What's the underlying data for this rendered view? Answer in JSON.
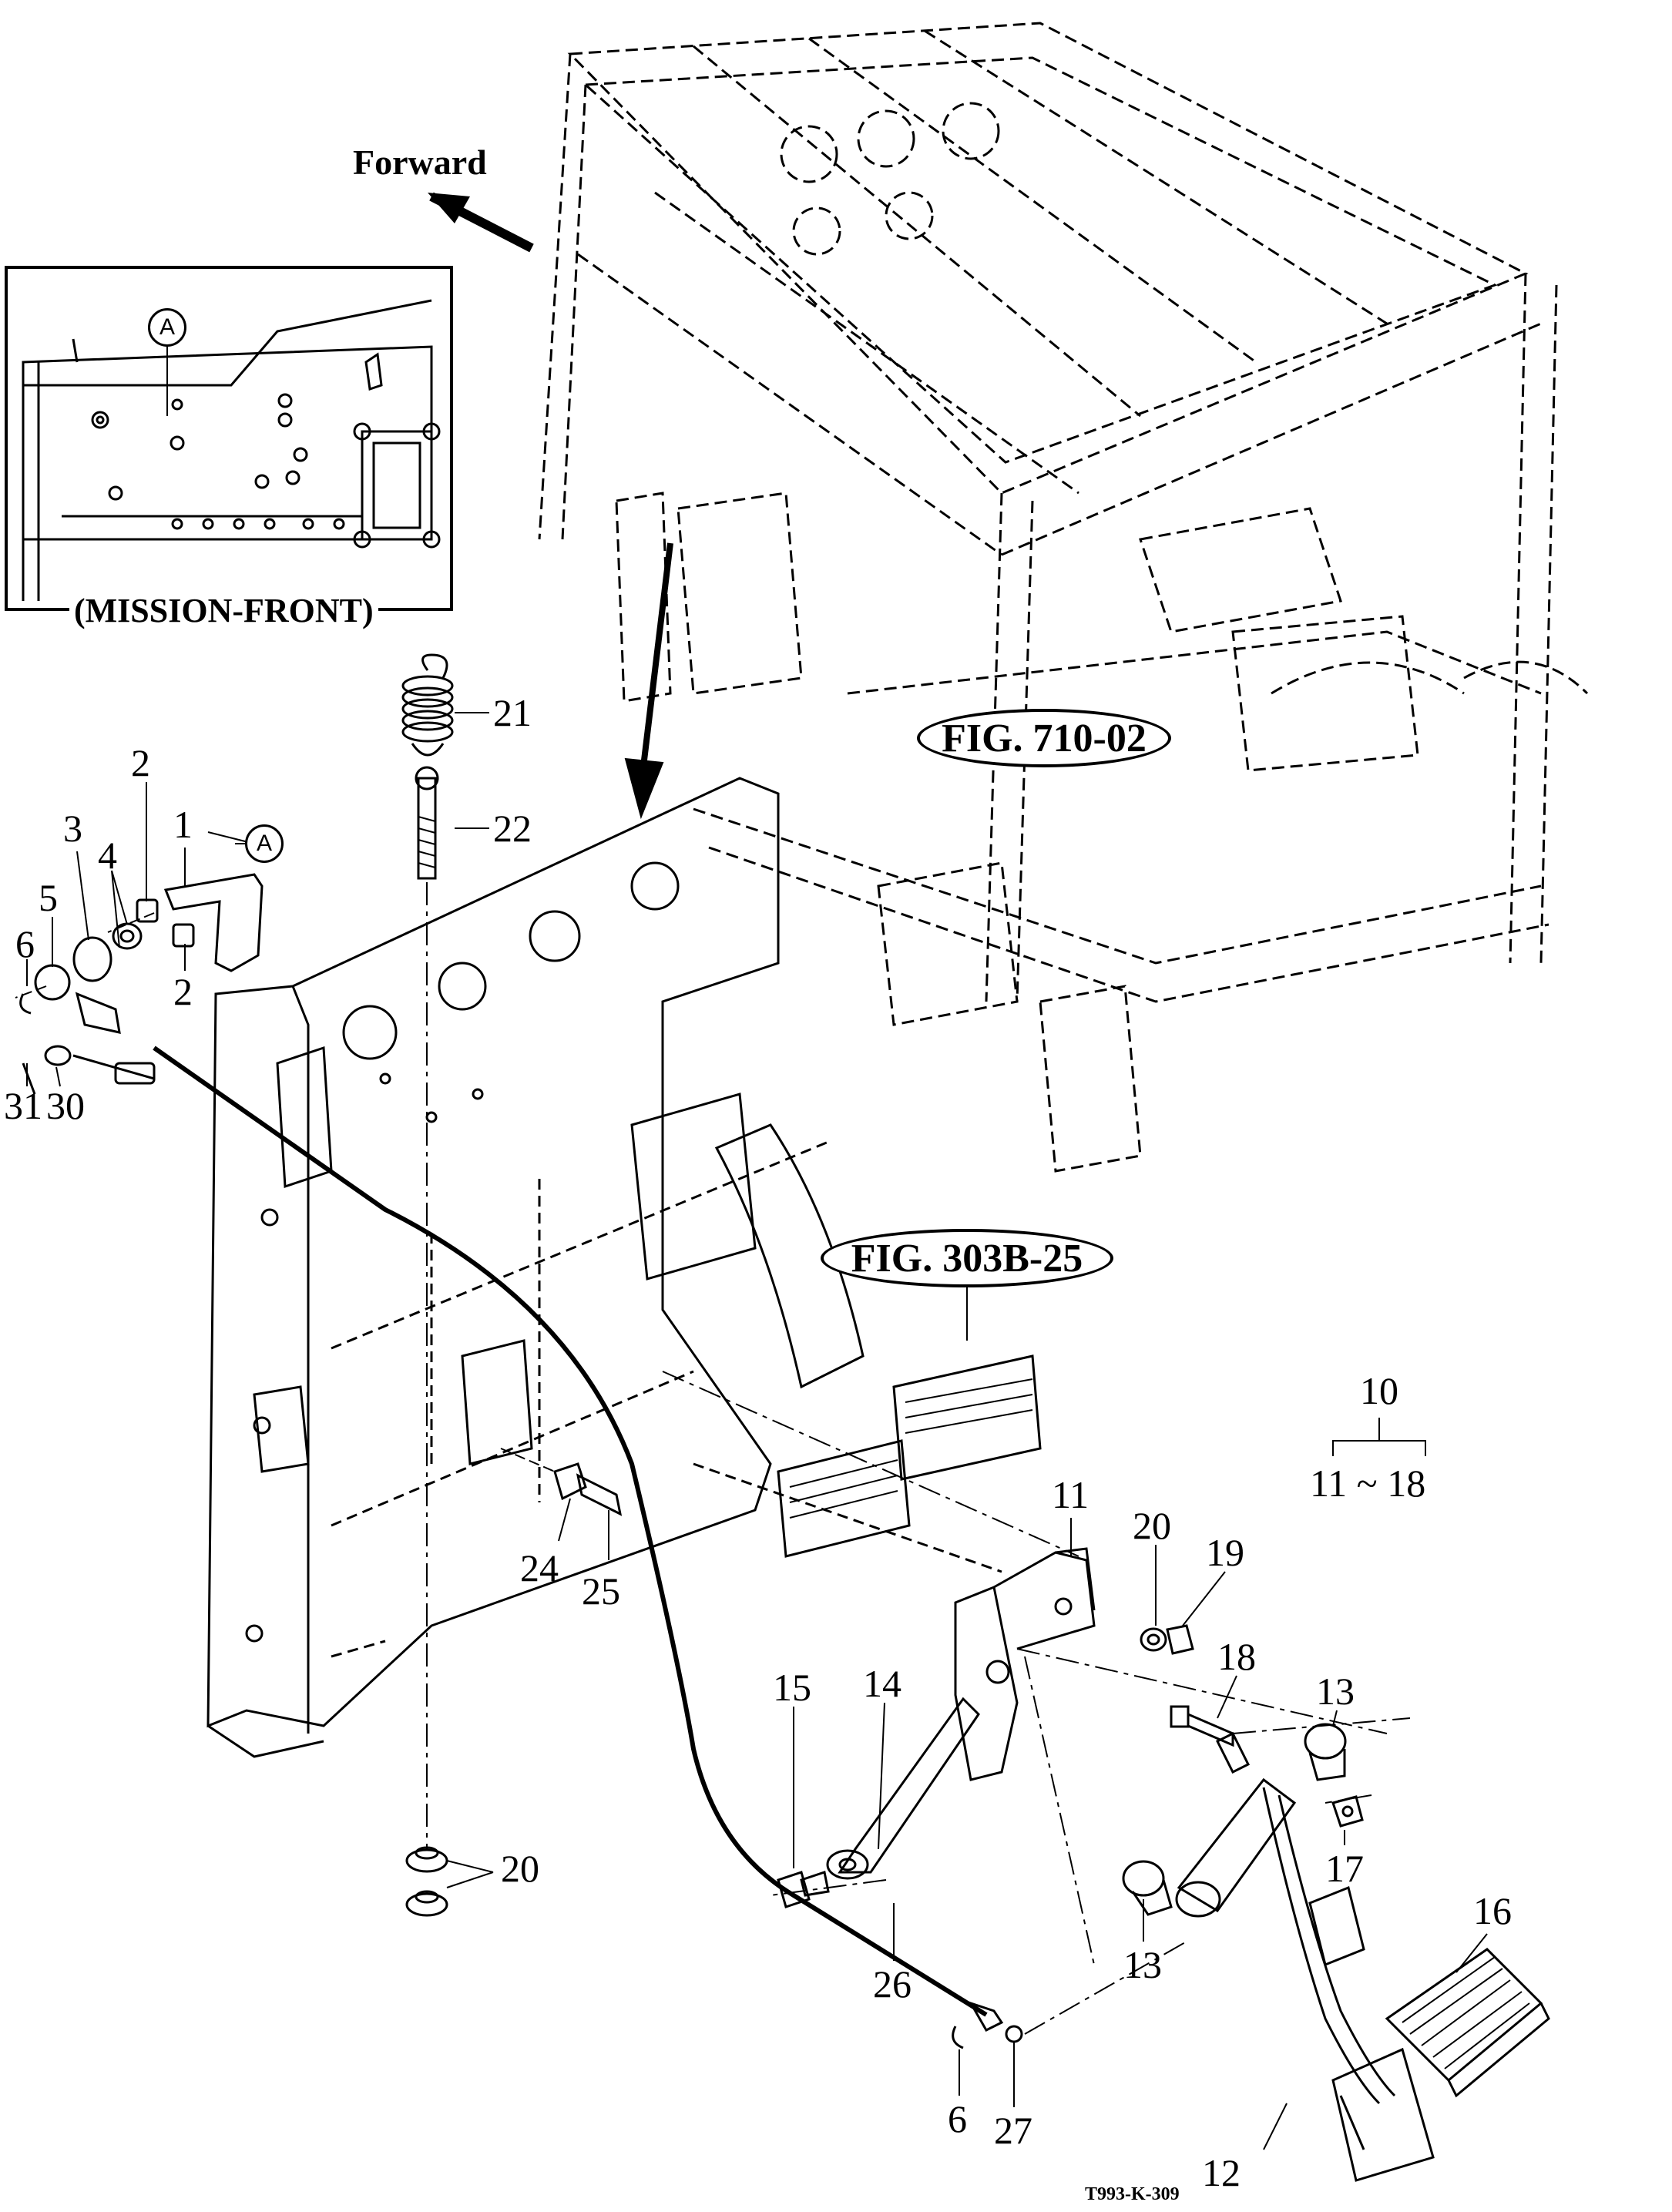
{
  "inset": {
    "caption": "(MISSION-FRONT)",
    "marker": "A"
  },
  "direction_label": "Forward",
  "references": [
    {
      "id": "fig-710-02",
      "text": "FIG. 710-02"
    },
    {
      "id": "fig-303b-25",
      "text": "FIG. 303B-25"
    }
  ],
  "assembly": {
    "parent": "10",
    "range": "11 ~ 18"
  },
  "marker_A": "A",
  "part_labels": {
    "p1": "1",
    "p2a": "2",
    "p2b": "2",
    "p3": "3",
    "p4": "4",
    "p5": "5",
    "p6a": "6",
    "p6b": "6",
    "p11": "11",
    "p12": "12",
    "p13a": "13",
    "p13b": "13",
    "p14": "14",
    "p15": "15",
    "p16": "16",
    "p17": "17",
    "p18": "18",
    "p19": "19",
    "p20a": "20",
    "p20b": "20",
    "p21": "21",
    "p22": "22",
    "p24": "24",
    "p25": "25",
    "p26": "26",
    "p27": "27",
    "p30": "30",
    "p31": "31"
  },
  "drawing_code": "T993-K-309"
}
